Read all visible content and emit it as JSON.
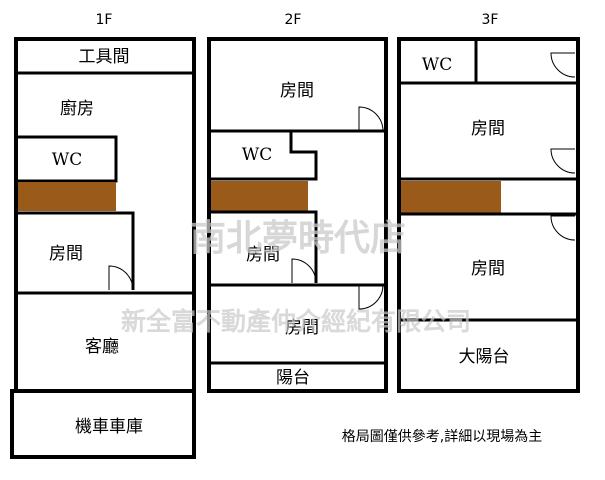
{
  "floors": [
    {
      "heading": "1F",
      "rooms": {
        "tool_room": "工具間",
        "kitchen": "廚房",
        "wc": "WC",
        "room": "房間",
        "living_room": "客廳",
        "garage": "機車車庫"
      }
    },
    {
      "heading": "2F",
      "rooms": {
        "room_top": "房間",
        "wc": "WC",
        "room_mid": "房間",
        "room_low": "房間",
        "balcony": "陽台"
      }
    },
    {
      "heading": "3F",
      "rooms": {
        "wc": "WC",
        "room_top": "房間",
        "room_mid": "房間",
        "big_balcony": "大陽台"
      }
    }
  ],
  "watermarks": {
    "primary": "南北夢時代店",
    "secondary": "新全富不動產仲介經紀有限公司"
  },
  "note": "格局圖僅供參考,詳細以現場為主",
  "colors": {
    "wall": "#000000",
    "stair": "#9a5a1a",
    "watermark": "#c9c9c9"
  }
}
